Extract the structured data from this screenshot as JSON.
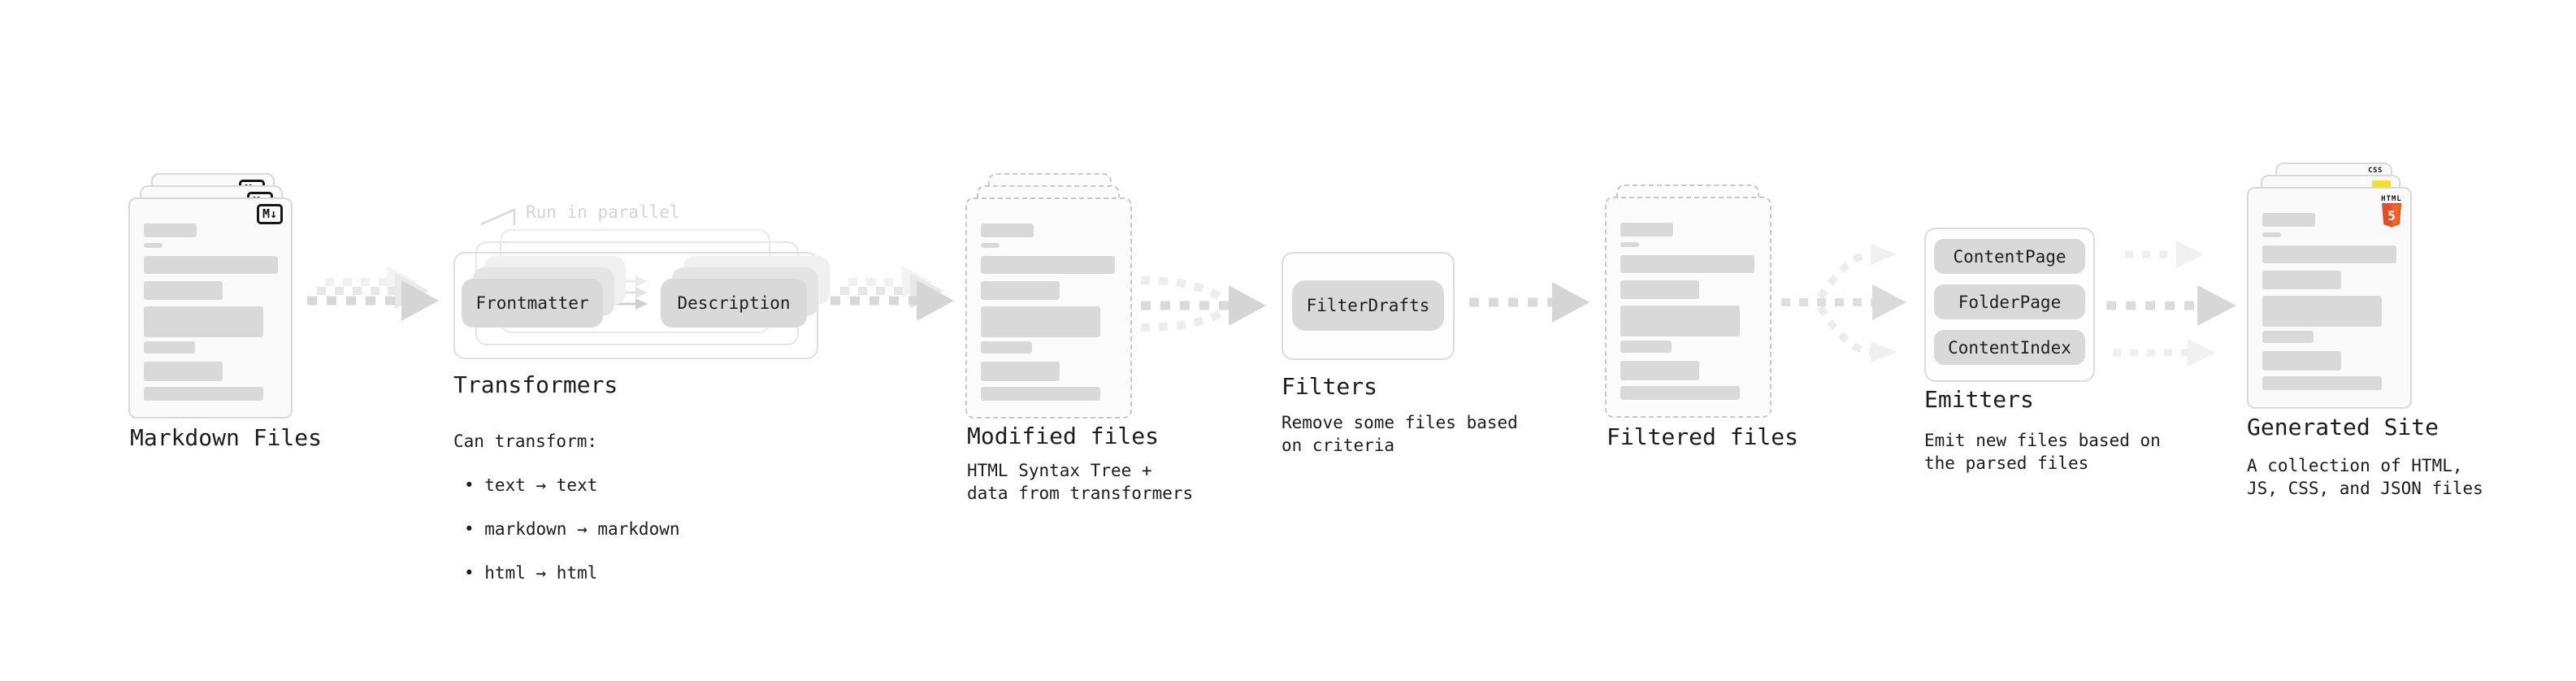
{
  "markdown": {
    "label": "Markdown Files",
    "icon_label": "M↓"
  },
  "transformers": {
    "label": "Transformers",
    "parallel_note": "Run in parallel",
    "left_pill": "Frontmatter",
    "right_pill": "Description",
    "body_title": "Can transform:",
    "bullets": [
      "• text → text",
      "• markdown → markdown",
      "• html → html"
    ]
  },
  "modified": {
    "label": "Modified files",
    "body": "HTML Syntax Tree +\ndata from transformers"
  },
  "filters": {
    "label": "Filters",
    "pill": "FilterDrafts",
    "body": "Remove some files based\non criteria"
  },
  "filtered": {
    "label": "Filtered files"
  },
  "emitters": {
    "label": "Emitters",
    "pills": [
      "ContentPage",
      "FolderPage",
      "ContentIndex"
    ],
    "body": "Emit new files based on\nthe parsed files"
  },
  "generated": {
    "label": "Generated Site",
    "body": "A collection of HTML,\nJS, CSS, and JSON files",
    "badges": {
      "css": "CSS",
      "html": "HTML",
      "html_num": "5"
    }
  },
  "colors": {
    "accent_orange": "#e44d26",
    "accent_orange_light": "#f16529",
    "accent_yellow": "#f7df1e",
    "accent_blue": "#2b66f6"
  }
}
